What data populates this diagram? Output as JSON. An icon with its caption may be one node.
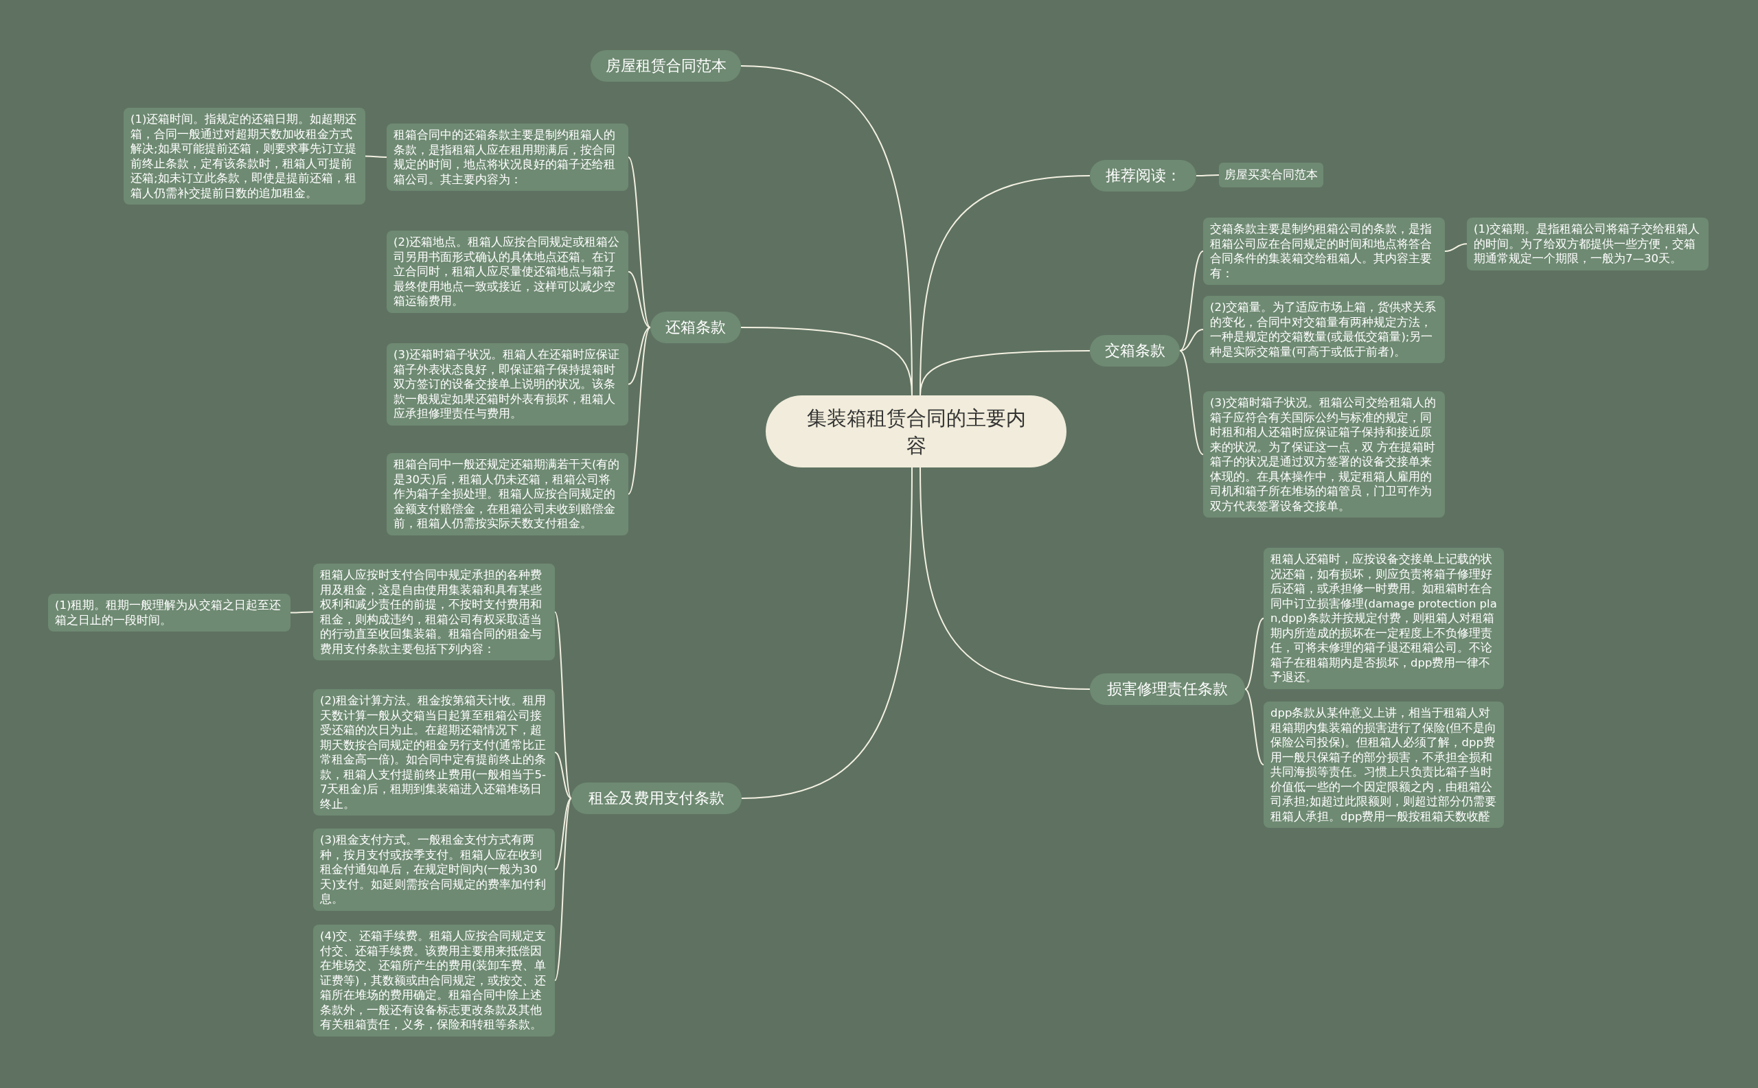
{
  "diagram": {
    "nodes": [
      {
        "text": [
          "集装箱租赁合同的主要内容"
        ]
      },
      {
        "text": [
          "房屋租赁合同范本"
        ]
      },
      {
        "text": [
          "还箱条款"
        ]
      },
      {
        "text": [
          "租箱合同中的还箱条款主要是制约租箱人的条款，是指租箱人应在租用期满后，按合同规定的时间，地点将状况良好的箱子还给租箱公司。其主要内容为："
        ]
      },
      {
        "text": [
          "(1)还箱时间。指规定的还箱日期。如超期还箱，合同一般通过对超期天数加收租金方式解决;如果可能提前还箱，则要求事先订立提前终止条款，定有该条款时，租箱人可提前还箱;如未订立此条款，即使是提前还箱，租箱人仍需补交提前日数的追加租金。"
        ]
      },
      {
        "text": [
          "(2)还箱地点。租箱人应按合同规定或租箱公司另用书面形式确认的具体地点还箱。在订立合同时，租箱人应尽量使还箱地点与箱子最终使用地点一致或接近，这样可以减少空箱运输费用。"
        ]
      },
      {
        "text": [
          "(3)还箱时箱子状况。租箱人在还箱时应保证箱子外表状态良好，即保证箱子保持提箱时双方签订的设备交接单上说明的状况。该条款一般规定如果还箱时外表有损坏，租箱人应承担修理责任与费用。"
        ]
      },
      {
        "text": [
          "租箱合同中一般还规定还箱期满若干天(有的是30天)后，租箱人仍未还箱，租箱公司将作为箱子全损处理。租箱人应按合同规定的金额支付赔偿金，在租箱公司未收到赔偿金前，租箱人仍需按实际天数支付租金。"
        ]
      },
      {
        "text": [
          "租金及费用支付条款"
        ]
      },
      {
        "text": [
          "租箱人应按时支付合同中规定承担的各种费用及租金，这是自由使用集装箱和具有某些权利和减少责任的前提，不按时支付费用和租金，则构成违约，租箱公司有权采取适当的行动直至收回集装箱。租箱合同的租金与费用支付条款主要包括下列内容："
        ]
      },
      {
        "text": [
          "(1)租期。租期一般理解为从交箱之日起至还箱之日止的一段时间。"
        ]
      },
      {
        "text": [
          "(2)租金计算方法。租金按第箱天计收。租用天数计算一般从交箱当日起算至租箱公司接受还箱的次日为止。在超期还箱情况下，超期天数按合同规定的租金另行支付(通常比正常租金高一倍)。如合同中定有提前终止的条款，租箱人支付提前终止费用(一般相当于5-7天租金)后，租期到集装箱进入还箱堆场日终止。"
        ]
      },
      {
        "text": [
          "(3)租金支付方式。一般租金支付方式有两种，按月支付或按季支付。租箱人应在收到租金付通知单后，在规定时间内(一般为30天)支付。如延则需按合同规定的费率加付利息。"
        ]
      },
      {
        "text": [
          "(4)交、还箱手续费。租箱人应按合同规定支付交、还箱手续费。该费用主要用来抵偿因在堆场交、还箱所产生的费用(装卸车费、单证费等)，其数额或由合同规定，或按交、还箱所在堆场的费用确定。租箱合同中除上述条款外，一般还有设备标志更改条款及其他有关租箱责任，义务，保险和转租等条款。"
        ]
      },
      {
        "text": [
          "推荐阅读："
        ]
      },
      {
        "text": [
          "房屋买卖合同范本"
        ]
      },
      {
        "text": [
          "交箱条款"
        ]
      },
      {
        "text": [
          "交箱条款主要是制约租箱公司的条款，是指租箱公司应在合同规定的时间和地点将答合合同条件的集装箱交给租箱人。其内容主要有："
        ]
      },
      {
        "text": [
          "(1)交箱期。是指租箱公司将箱子交给租箱人的时间。为了给双方都提供一些方便，交箱期通常规定一个期限，一般为7—30天。"
        ]
      },
      {
        "text": [
          "(2)交箱量。为了适应市场上箱，货供求关系的变化，合同中对交箱量有两种规定方法，一种是规定的交箱数量(或最低交箱量);另一种是实际交箱量(可高于或低于前者)。"
        ]
      },
      {
        "text": [
          "(3)交箱时箱子状况。租箱公司交给租箱人的箱子应符合有关国际公约与标准的规定，同时租和相人还箱时应保证箱子保持和接近原来的状况。为了保证这一点，双 方在提箱时箱子的状况是通过双方签署的设备交接单来体现的。在具体操作中，规定租箱人雇用的司机和箱子所在堆场的箱管员，门卫可作为双方代表签署设备交接单。"
        ]
      },
      {
        "text": [
          "损害修理责任条款"
        ]
      },
      {
        "text": [
          "租箱人还箱时，应按设备交接单上记载的状况还箱，如有损坏，则应负责将箱子修理好后还箱，或承担修一时费用。如租箱时在合同中订立损害修理(damage protection plan,dpp)条款并按规定付费，则租箱人对租箱期内所造成的损坏在一定程度上不负修理责任，可将未修理的箱子退还租箱公司。不论箱子在租箱期内是否损坏，dpp费用一律不予退还。"
        ]
      },
      {
        "text": [
          "dpp条款从某仲意义上讲，相当于租箱人对租箱期内集装箱的损害进行了保险(但不是向保险公司投保)。但租箱人必须了解，dpp费用一般只保箱子的部分损害，不承担全损和共同海损等责任。习惯上只负责比箱子当时价值低一些的一个因定限额之内，由租箱公司承担;如超过此限额则，则超过部分仍需要租箱人承担。dpp费用一般按租箱天数收醛"
        ]
      }
    ],
    "edges": [
      {
        "from": 0,
        "to": 1,
        "arrow": "none"
      },
      {
        "from": 0,
        "to": 2,
        "arrow": "none"
      },
      {
        "from": 2,
        "to": 3,
        "arrow": "none"
      },
      {
        "from": 3,
        "to": 4,
        "arrow": "none"
      },
      {
        "from": 2,
        "to": 5,
        "arrow": "none"
      },
      {
        "from": 2,
        "to": 6,
        "arrow": "none"
      },
      {
        "from": 2,
        "to": 7,
        "arrow": "none"
      },
      {
        "from": 0,
        "to": 8,
        "arrow": "none"
      },
      {
        "from": 8,
        "to": 9,
        "arrow": "none"
      },
      {
        "from": 9,
        "to": 10,
        "arrow": "none"
      },
      {
        "from": 8,
        "to": 11,
        "arrow": "none"
      },
      {
        "from": 8,
        "to": 12,
        "arrow": "none"
      },
      {
        "from": 8,
        "to": 13,
        "arrow": "none"
      },
      {
        "from": 0,
        "to": 14,
        "arrow": "none"
      },
      {
        "from": 14,
        "to": 15,
        "arrow": "none"
      },
      {
        "from": 0,
        "to": 16,
        "arrow": "none"
      },
      {
        "from": 16,
        "to": 17,
        "arrow": "none"
      },
      {
        "from": 17,
        "to": 18,
        "arrow": "none"
      },
      {
        "from": 16,
        "to": 19,
        "arrow": "none"
      },
      {
        "from": 16,
        "to": 20,
        "arrow": "none"
      },
      {
        "from": 0,
        "to": 21,
        "arrow": "none"
      },
      {
        "from": 21,
        "to": 22,
        "arrow": "none"
      },
      {
        "from": 21,
        "to": 23,
        "arrow": "none"
      }
    ]
  }
}
